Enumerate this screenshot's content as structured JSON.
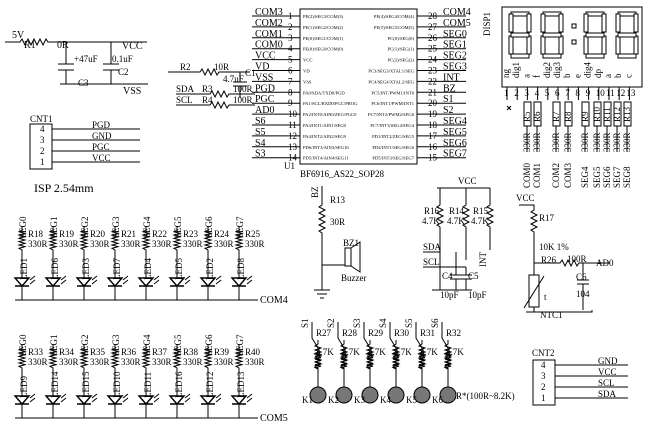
{
  "power_input": {
    "net": "5V",
    "ref": "R1",
    "value": "0R",
    "vcc": "VCC",
    "vss": "VSS",
    "c3_val": "+47uF",
    "c3_ref": "C3",
    "c2_val": "0.1uF",
    "c2_ref": "C2"
  },
  "mcu": {
    "ref": "U1",
    "part": "BF6916_AS22_SOP28",
    "left_pins": [
      {
        "net": "COM3",
        "num": "1",
        "fn": "PE(2)/SEG3/COM(3)"
      },
      {
        "net": "COM2",
        "num": "2",
        "fn": "PE(1)/SEG2/COM(2)"
      },
      {
        "net": "COM1",
        "num": "3",
        "fn": "PE(0)/SEG1/COM(1)"
      },
      {
        "net": "COM0",
        "num": "4",
        "fn": "PE(0)/SEG0/COM(0)"
      },
      {
        "net": "VCC",
        "num": "5",
        "fn": "VCC"
      },
      {
        "net": "VD",
        "num": "6",
        "fn": "VD"
      },
      {
        "net": "VSS",
        "num": "7",
        "fn": "VSS"
      },
      {
        "net": "PGD",
        "num": "8",
        "fn": "PA0/SDA/TXD0/PGD"
      },
      {
        "net": "PGC",
        "num": "9",
        "fn": "PA1/SCL/RXD0/PGC/PROG"
      },
      {
        "net": "AD0",
        "num": "10",
        "fn": "PA2/INT0/AIN0/ZEG/PGC0"
      },
      {
        "net": "S6",
        "num": "11",
        "fn": "PA3/INT1/AIN1/SEG0"
      },
      {
        "net": "S5",
        "num": "12",
        "fn": "PA4/INT2/AIN2/SEG9"
      },
      {
        "net": "S4",
        "num": "13",
        "fn": "PD6/INT3/AIN3/SEG10"
      },
      {
        "net": "S3",
        "num": "14",
        "fn": "PD5/INT4/AIN4/SEG11"
      }
    ],
    "right_pins": [
      {
        "net": "COM4",
        "num": "28",
        "fn": "PE(4)/SEG4/COM(4)"
      },
      {
        "net": "COM5",
        "num": "27",
        "fn": "PE(5)/SEG5/COM(5)"
      },
      {
        "net": "SEG0",
        "num": "26",
        "fn": "PC(0)/SEG(0)"
      },
      {
        "net": "SEG1",
        "num": "25",
        "fn": "PC(1)/SEG(1)"
      },
      {
        "net": "SEG2",
        "num": "24",
        "fn": "PC(2)/SEG(2)"
      },
      {
        "net": "SEG3",
        "num": "23",
        "fn": "PC3/SEG3/XTAL1/SEG"
      },
      {
        "net": "INT",
        "num": "22",
        "fn": "PC4/SEG4/XTAL2/SEG"
      },
      {
        "net": "BZ",
        "num": "21",
        "fn": "PC5/INT/PWM1/INT0"
      },
      {
        "net": "S1",
        "num": "20",
        "fn": "PC6/INT1/PWM/INT1"
      },
      {
        "net": "S2",
        "num": "19",
        "fn": "PC7/INT2/PWM2/SEG6"
      },
      {
        "net": "SEG4",
        "num": "18",
        "fn": "PC7/INT3/SEG4/SEG4"
      },
      {
        "net": "SEG5",
        "num": "17",
        "fn": "PD1/INT2/ZEG/SEG5"
      },
      {
        "net": "SEG6",
        "num": "16",
        "fn": "PD4/INT1/SEG/SEG6"
      },
      {
        "net": "SEG7",
        "num": "15",
        "fn": "PD5/INT3/SEG/SEG7"
      }
    ],
    "left_nets_extra": [
      {
        "ref": "R2",
        "value": "10R"
      },
      {
        "ref": "C1",
        "value": "4.7uF"
      },
      {
        "net": "SDA",
        "ref": "R3",
        "value": "100R"
      },
      {
        "net": "SCL",
        "ref": "R4",
        "value": "100R"
      }
    ]
  },
  "display": {
    "ref": "DISP1",
    "pin_labels": [
      "ng",
      "dig1",
      "a",
      "f",
      "dig2",
      "dig3",
      "b",
      "e",
      "dig4",
      "dp",
      "a",
      "b",
      "c"
    ],
    "resistors": [
      {
        "ref": "R5",
        "value": "330R",
        "net": "COM0"
      },
      {
        "ref": "R6",
        "value": "330R",
        "net": "COM1"
      },
      {
        "ref": "R7",
        "value": "330R",
        "net": "COM2"
      },
      {
        "ref": "R8",
        "value": "330R",
        "net": "COM3"
      },
      {
        "ref": "R9",
        "value": "330R",
        "net": "SEG4"
      },
      {
        "ref": "R10",
        "value": "330R",
        "net": "SEG5"
      },
      {
        "ref": "R11",
        "value": "330R",
        "net": "SEG6"
      },
      {
        "ref": "R12",
        "value": "330R",
        "net": "SEG7"
      },
      {
        "ref": "R13",
        "value": "330R",
        "net": "SEG8"
      }
    ],
    "pin_numbers": [
      "1",
      "2",
      "3",
      "4",
      "5",
      "6",
      "7",
      "8",
      "9",
      "10",
      "11",
      "12",
      "13"
    ]
  },
  "cnt1": {
    "ref": "CNT1",
    "pins": [
      {
        "num": "4",
        "net": "PGD"
      },
      {
        "num": "3",
        "net": "GND"
      },
      {
        "num": "2",
        "net": "PGC"
      },
      {
        "num": "1",
        "net": "VCC"
      }
    ],
    "note": "ISP 2.54mm"
  },
  "leds_top": {
    "segs": [
      "SEG0",
      "SEG1",
      "SEG2",
      "SEG3",
      "SEG4",
      "SEG5",
      "SEG6",
      "SEG7"
    ],
    "rrefs": [
      "R18",
      "R19",
      "R20",
      "R21",
      "R22",
      "R23",
      "R24",
      "R25"
    ],
    "value": "330R",
    "leds": [
      "LED1",
      "LED6",
      "LED3",
      "LED7",
      "LED4",
      "LED5",
      "LED2",
      "LED8"
    ],
    "common": "COM4"
  },
  "leds_bottom": {
    "segs": [
      "SEG0",
      "SEG1",
      "SEG2",
      "SEG3",
      "SEG4",
      "SEG5",
      "SEG6",
      "SEG7"
    ],
    "rrefs": [
      "R33",
      "R34",
      "R35",
      "R36",
      "R37",
      "R38",
      "R39",
      "R40"
    ],
    "value": "330R",
    "leds": [
      "LED9",
      "LED14",
      "LED15",
      "LED10",
      "LED11",
      "LED16",
      "LED12",
      "LED13"
    ],
    "common": "COM5"
  },
  "buzzer": {
    "net": "BZ",
    "ref": "R13",
    "value": "30R",
    "bz_ref": "BZ1",
    "label": "Buzzer"
  },
  "i2c": {
    "vcc": "VCC",
    "r16": "R16",
    "r14": "R14",
    "r15": "R15",
    "value": "4.7K",
    "sda": "SDA",
    "scl": "SCL",
    "int": "INT",
    "c4": "C4",
    "c5": "C5",
    "cval": "10pF"
  },
  "ntc": {
    "vcc": "VCC",
    "r17": "R17",
    "r17_val": "10K 1%",
    "r26": "R26",
    "r26_val": "100R",
    "ad0": "AD0",
    "c6": "C6",
    "c6_val": "104",
    "ntc_ref": "NTC1",
    "t": "t"
  },
  "keys": {
    "nets": [
      "S1",
      "S2",
      "S3",
      "S4",
      "S5",
      "S6"
    ],
    "rrefs": [
      "R27",
      "R28",
      "R29",
      "R30",
      "R31",
      "R32"
    ],
    "value": "4.7K",
    "krefs": [
      "K1",
      "K2",
      "K3",
      "K4",
      "K5",
      "K6"
    ],
    "note": "R*(100R~8.2K)"
  },
  "cnt2": {
    "ref": "CNT2",
    "pins": [
      {
        "num": "4",
        "net": "GND"
      },
      {
        "num": "3",
        "net": "VCC"
      },
      {
        "num": "2",
        "net": "SCL"
      },
      {
        "num": "1",
        "net": "SDA"
      }
    ]
  }
}
